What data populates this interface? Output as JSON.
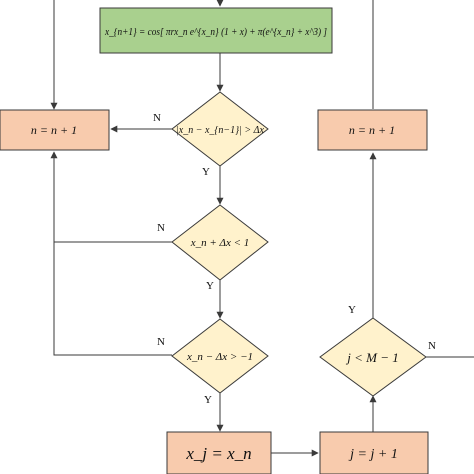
{
  "nodes": {
    "iteration_formula": "x_{n+1} = cos[ πrx_n e^{x_n} (1 + x) + π(e^{x_n} + x^3) ]",
    "increment_n_left": "n = n + 1",
    "increment_n_right": "n = n + 1",
    "decision_convergence": "|x_n − x_{n−1}| > Δx",
    "decision_upper_bound": "x_n + Δx < 1",
    "decision_lower_bound": "x_n − Δx > −1",
    "assign_xj": "x_j = x_n",
    "increment_j": "j = j + 1",
    "decision_j_limit": "j < M − 1"
  },
  "edge_labels": {
    "convergence_no": "N",
    "convergence_yes": "Y",
    "upper_bound_no": "N",
    "upper_bound_yes": "Y",
    "lower_bound_no": "N",
    "lower_bound_yes": "Y",
    "j_limit_yes": "Y",
    "j_limit_no": "N"
  },
  "colors": {
    "process_green": "#a9d08e",
    "process_salmon": "#f8cbad",
    "decision_yellow": "#fff2cc",
    "stroke": "#3a3a3a"
  }
}
